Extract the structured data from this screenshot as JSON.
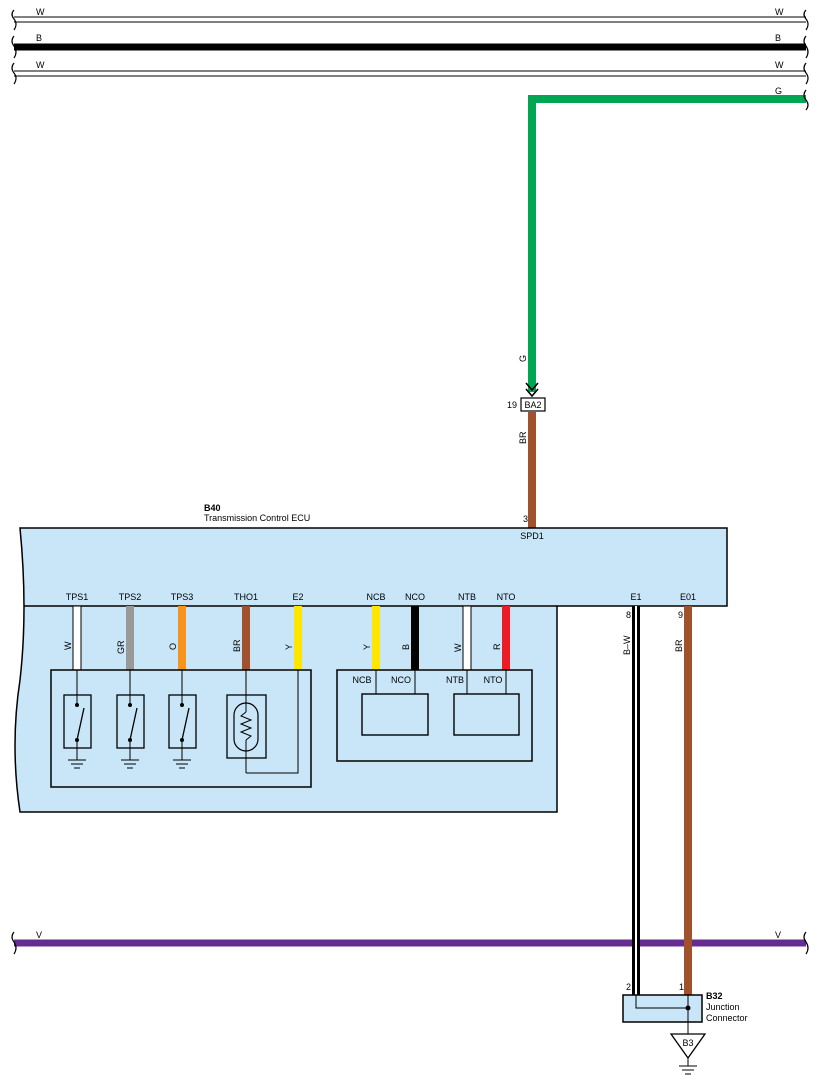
{
  "bus_lines": {
    "top_w1": {
      "left_label": "W",
      "right_label": "W"
    },
    "top_b": {
      "left_label": "B",
      "right_label": "B"
    },
    "top_w2": {
      "left_label": "W",
      "right_label": "W"
    },
    "green": {
      "right_label": "G"
    },
    "violet": {
      "left_label": "V",
      "right_label": "V"
    }
  },
  "connector_ba2": {
    "name": "BA2",
    "pin": "19",
    "wire_in": "G",
    "wire_out": "BR"
  },
  "ecu": {
    "code": "B40",
    "name": "Transmission Control ECU",
    "spd_pin": "3",
    "spd_label": "SPD1",
    "terminals": [
      {
        "label": "TPS1",
        "wire": "W"
      },
      {
        "label": "TPS2",
        "wire": "GR"
      },
      {
        "label": "TPS3",
        "wire": "O"
      },
      {
        "label": "THO1",
        "wire": "BR"
      },
      {
        "label": "E2",
        "wire": "Y"
      },
      {
        "label": "NCB",
        "wire": "Y"
      },
      {
        "label": "NCO",
        "wire": "B"
      },
      {
        "label": "NTB",
        "wire": "W"
      },
      {
        "label": "NTO",
        "wire": "R"
      }
    ],
    "ground_terminals": [
      {
        "label": "E1",
        "pin": "8",
        "wire": "B–W"
      },
      {
        "label": "E01",
        "pin": "9",
        "wire": "BR"
      }
    ],
    "sensor_labels": [
      "NCB",
      "NCO",
      "NTB",
      "NTO"
    ]
  },
  "junction": {
    "code": "B32",
    "line1": "Junction",
    "line2": "Connector",
    "pin_left": "2",
    "pin_right": "1",
    "ground": "B3"
  },
  "colors": {
    "W": "#ffffff",
    "B": "#000000",
    "G": "#00a651",
    "BR": "#a0522d",
    "GR": "#999999",
    "O": "#f7941d",
    "Y": "#ffe600",
    "R": "#ed1c24",
    "V": "#662d91",
    "ecu_fill": "#c8e6f8"
  }
}
